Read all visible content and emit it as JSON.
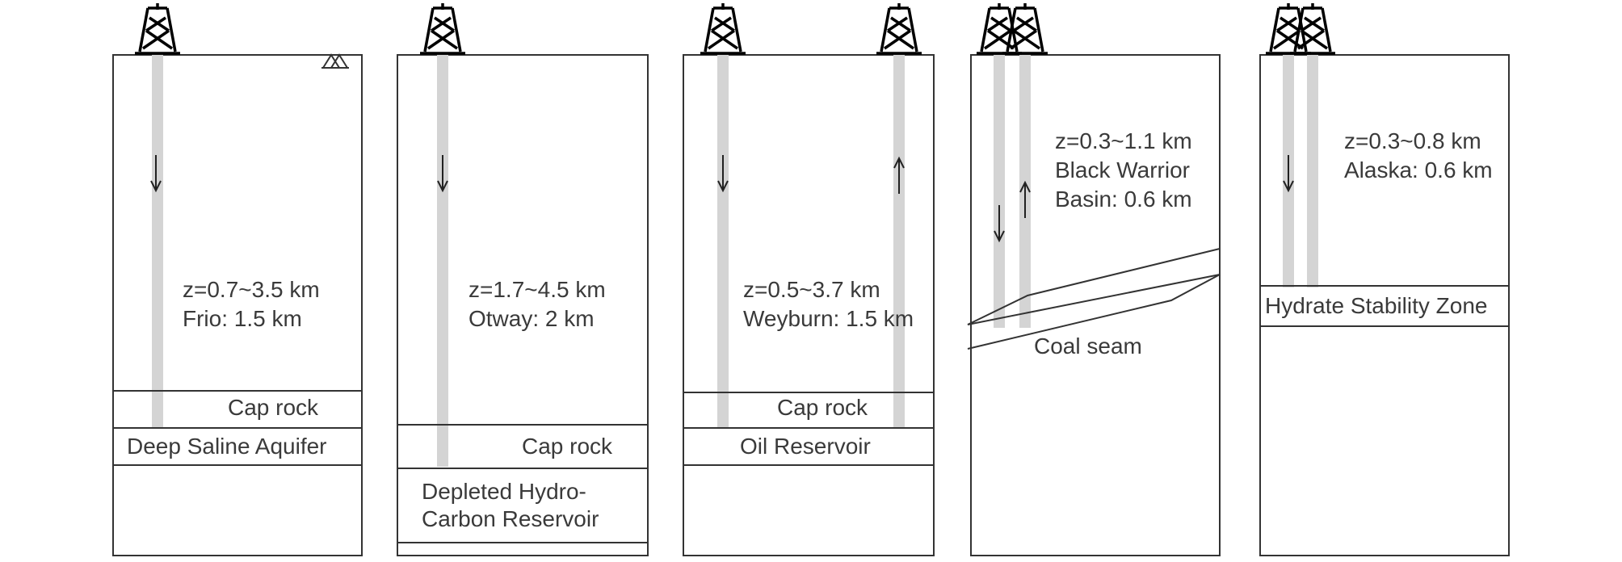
{
  "panels": [
    {
      "id": "deep-saline-aquifer",
      "depth": "z=0.7~3.5 km",
      "site": "Frio: 1.5 km",
      "caprock": "Cap rock",
      "reservoir": "Deep Saline Aquifer"
    },
    {
      "id": "depleted-hydrocarbon",
      "depth": "z=1.7~4.5 km",
      "site": "Otway: 2 km",
      "caprock": "Cap rock",
      "reservoir_line1": "Depleted Hydro-",
      "reservoir_line2": "Carbon Reservoir"
    },
    {
      "id": "oil-reservoir",
      "depth": "z=0.5~3.7 km",
      "site": "Weyburn: 1.5 km",
      "caprock": "Cap rock",
      "reservoir": "Oil Reservoir"
    },
    {
      "id": "coal-seam",
      "depth": "z=0.3~1.1 km",
      "site_line1": "Black Warrior",
      "site_line2": "Basin: 0.6 km",
      "seam": "Coal seam"
    },
    {
      "id": "hydrate",
      "depth": "z=0.3~0.8 km",
      "site": "Alaska: 0.6 km",
      "zone": "Hydrate Stability Zone"
    }
  ],
  "colors": {
    "well": "#d4d4d4",
    "outline": "#333333",
    "text": "#3a3a3a"
  }
}
